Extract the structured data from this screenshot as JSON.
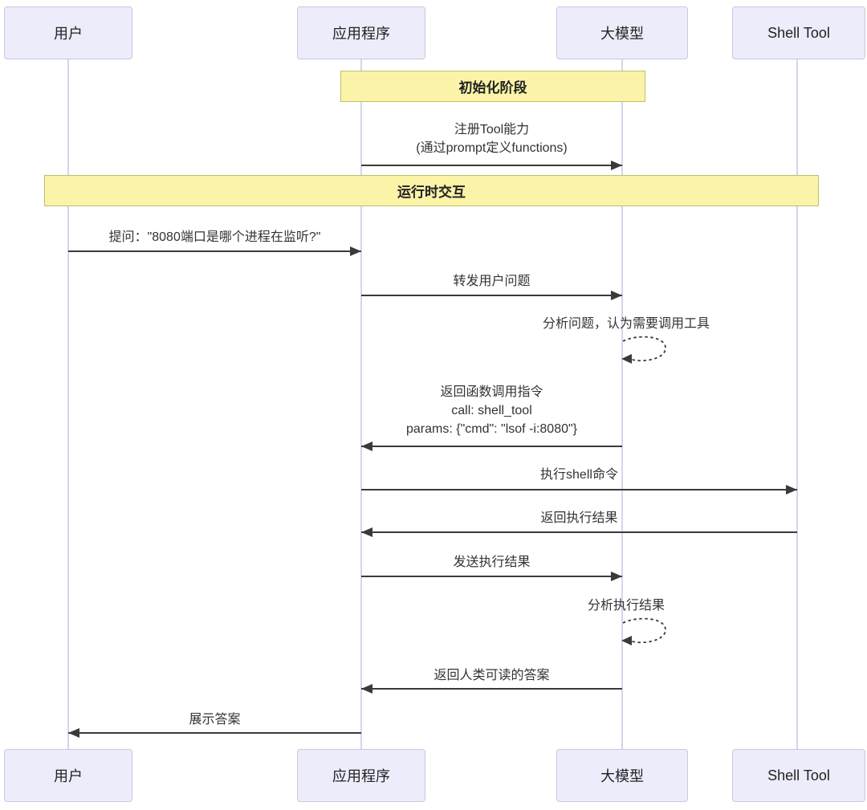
{
  "diagram": {
    "type": "sequence",
    "actors": [
      {
        "id": "user",
        "label": "用户"
      },
      {
        "id": "app",
        "label": "应用程序"
      },
      {
        "id": "llm",
        "label": "大模型"
      },
      {
        "id": "shell",
        "label": "Shell Tool"
      }
    ],
    "phases": [
      {
        "id": "init",
        "label": "初始化阶段"
      },
      {
        "id": "runtime",
        "label": "运行时交互"
      }
    ],
    "messages": [
      {
        "from": "app",
        "to": "llm",
        "style": "solid",
        "lines": [
          "注册Tool能力",
          "(通过prompt定义functions)"
        ]
      },
      {
        "from": "user",
        "to": "app",
        "style": "solid",
        "lines": [
          "提问：\"8080端口是哪个进程在监听?\""
        ]
      },
      {
        "from": "app",
        "to": "llm",
        "style": "solid",
        "lines": [
          "转发用户问题"
        ]
      },
      {
        "from": "llm",
        "to": "llm",
        "style": "dashed-self",
        "lines": [
          "分析问题，认为需要调用工具"
        ]
      },
      {
        "from": "llm",
        "to": "app",
        "style": "solid",
        "lines": [
          "返回函数调用指令",
          "call: shell_tool",
          "params: {\"cmd\": \"lsof -i:8080\"}"
        ]
      },
      {
        "from": "app",
        "to": "shell",
        "style": "solid",
        "lines": [
          "执行shell命令"
        ]
      },
      {
        "from": "shell",
        "to": "app",
        "style": "solid",
        "lines": [
          "返回执行结果"
        ]
      },
      {
        "from": "app",
        "to": "llm",
        "style": "solid",
        "lines": [
          "发送执行结果"
        ]
      },
      {
        "from": "llm",
        "to": "llm",
        "style": "dashed-self",
        "lines": [
          "分析执行结果"
        ]
      },
      {
        "from": "llm",
        "to": "app",
        "style": "solid",
        "lines": [
          "返回人类可读的答案"
        ]
      },
      {
        "from": "app",
        "to": "user",
        "style": "solid",
        "lines": [
          "展示答案"
        ]
      }
    ]
  },
  "colors": {
    "background": "#FFFFFF",
    "actor_fill": "#ECECFB",
    "actor_border": "#C8C8E0",
    "lifeline": "#D5D5EA",
    "arrow": "#3A3A3A",
    "text": "#333333",
    "banner_fill": "#FBF3A8",
    "banner_border": "#BFBF6E"
  }
}
